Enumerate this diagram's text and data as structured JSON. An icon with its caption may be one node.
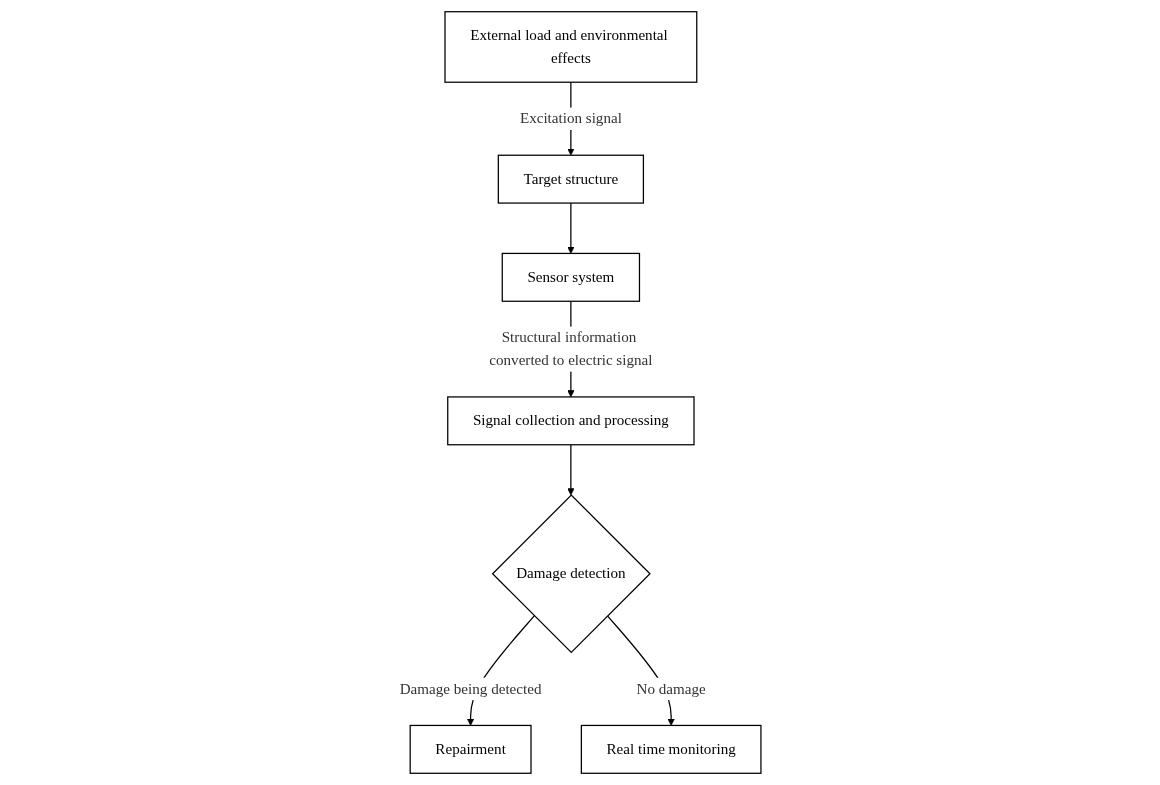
{
  "diagram": {
    "nodes": [
      {
        "text": [
          "External load and environmental effects"
        ]
      },
      {
        "text": [
          "Target structure"
        ]
      },
      {
        "text": [
          "Sensor system"
        ]
      },
      {
        "text": [
          "Signal collection and processing"
        ]
      },
      {
        "text": [
          "Repairment"
        ]
      },
      {
        "text": [
          "Real time monitoring"
        ]
      },
      {
        "text": [
          "Damage detection"
        ]
      }
    ],
    "edges": [
      {
        "from": 0,
        "to": 1,
        "arrow": "to",
        "label": "Excitation signal"
      },
      {
        "from": 1,
        "to": 2,
        "arrow": "to"
      },
      {
        "from": 2,
        "to": 3,
        "arrow": "to",
        "label": "Structural information converted to electric signal"
      },
      {
        "from": 3,
        "to": 6,
        "arrow": "to"
      },
      {
        "from": 6,
        "to": 4,
        "arrow": "to",
        "label": "Damage being detected"
      },
      {
        "from": 6,
        "to": 5,
        "arrow": "to",
        "label": "No damage"
      }
    ]
  }
}
